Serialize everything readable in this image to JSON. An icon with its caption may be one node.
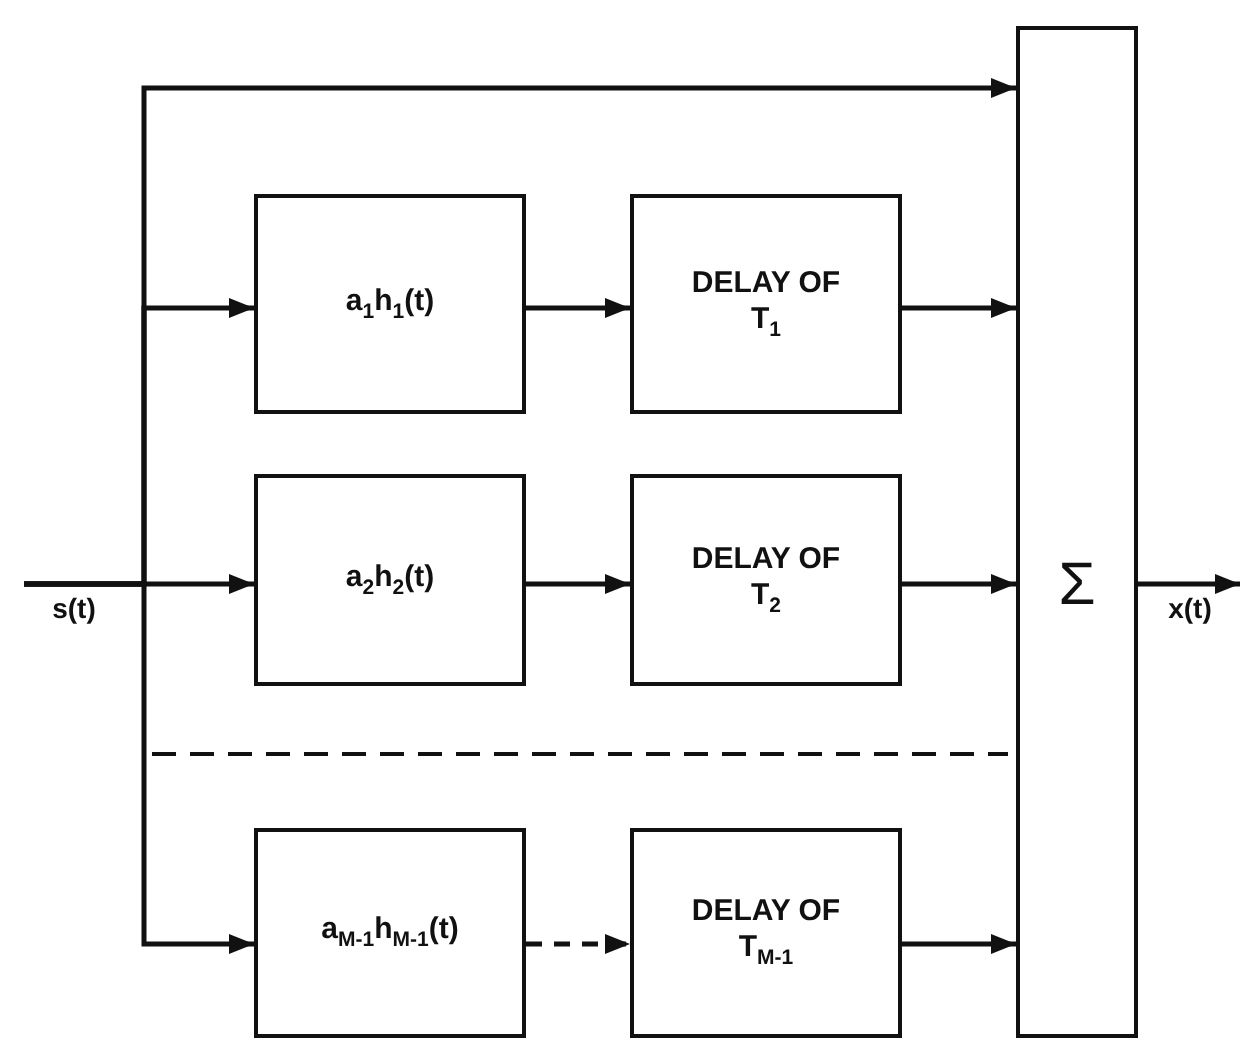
{
  "diagram": {
    "nodes": [
      {
        "text": [
          "s(t)"
        ]
      },
      {
        "text": [
          "a$_{1}$h$_{1}$(t)"
        ]
      },
      {
        "text": [
          "DELAY OF T$_{1}$"
        ]
      },
      {
        "text": [
          "a$_{2}$h$_{2}$(t)"
        ]
      },
      {
        "text": [
          "DELAY OF T$_{2}$"
        ]
      },
      {
        "text": [
          "a$_{M-1}$h$_{M-1}$(t)"
        ]
      },
      {
        "text": [
          "DELAY OF T$_{M-1}$"
        ]
      },
      {
        "text": [
          "Σ"
        ]
      },
      {
        "text": [
          "x(t)"
        ]
      }
    ],
    "edges": [
      {
        "from": 0,
        "to": 7,
        "arrow": "to"
      },
      {
        "from": 0,
        "to": 1,
        "arrow": "to"
      },
      {
        "from": 0,
        "to": 3,
        "arrow": "to"
      },
      {
        "from": 0,
        "to": 5,
        "arrow": "to"
      },
      {
        "from": 1,
        "to": 2,
        "arrow": "to"
      },
      {
        "from": 3,
        "to": 4,
        "arrow": "to"
      },
      {
        "from": 5,
        "to": 6,
        "arrow": "to",
        "style": "dashed"
      },
      {
        "from": 2,
        "to": 7,
        "arrow": "to"
      },
      {
        "from": 4,
        "to": 7,
        "arrow": "to"
      },
      {
        "from": 6,
        "to": 7,
        "arrow": "to"
      },
      {
        "from": 7,
        "to": 8,
        "arrow": "to"
      }
    ]
  }
}
